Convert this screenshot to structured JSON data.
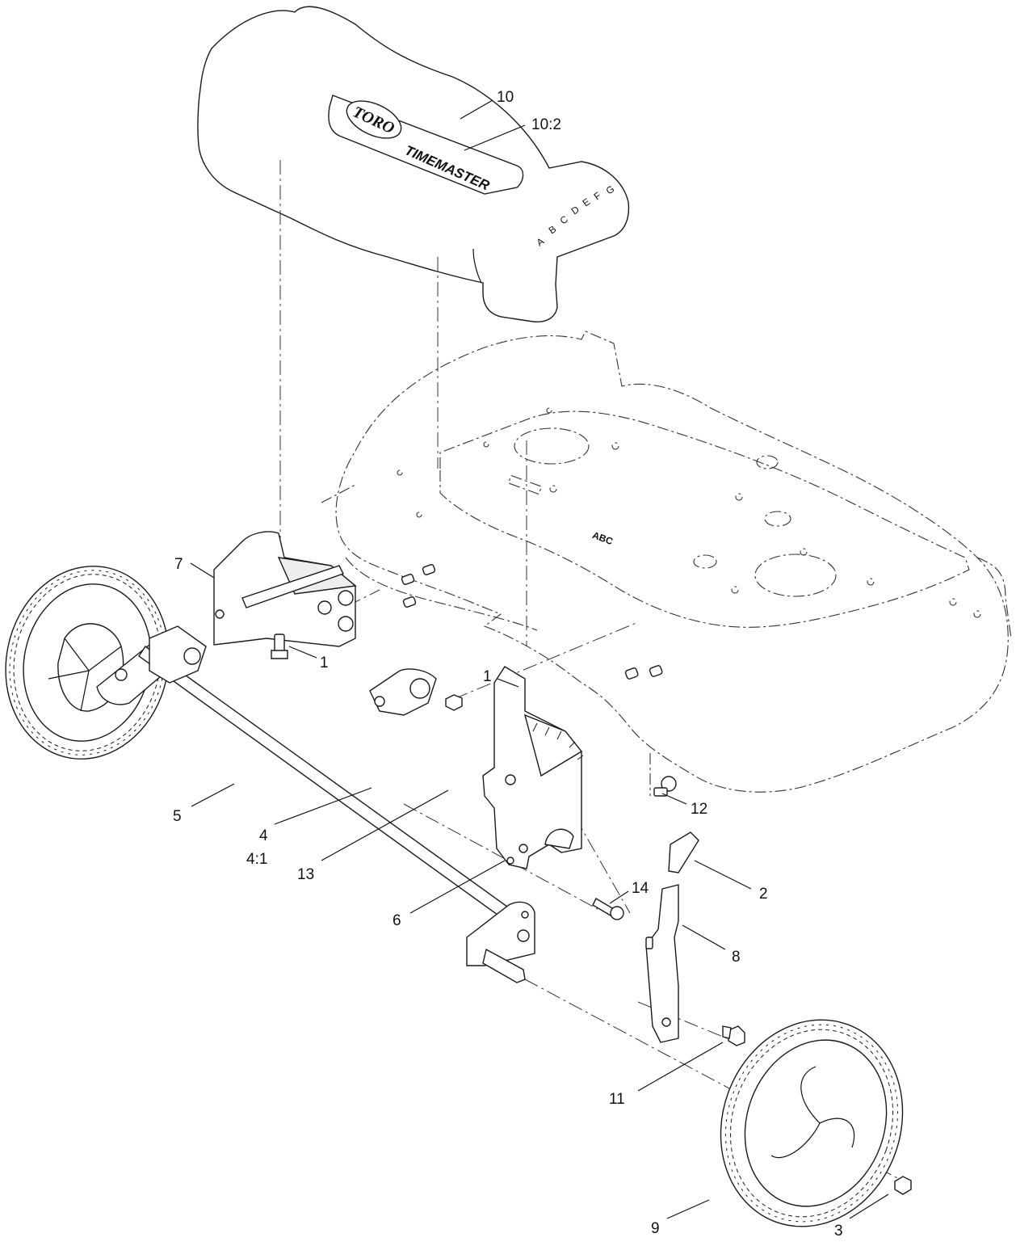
{
  "decal": {
    "brand": "TORO",
    "model": "TIMEMASTER",
    "height_letters": [
      "A",
      "B",
      "C",
      "D",
      "E",
      "F",
      "G"
    ]
  },
  "deck_marking": "ABC",
  "callouts": [
    {
      "id": "c10",
      "label": "10"
    },
    {
      "id": "c10-2",
      "label": "10:2"
    },
    {
      "id": "c7",
      "label": "7"
    },
    {
      "id": "c1a",
      "label": "1"
    },
    {
      "id": "c1b",
      "label": "1"
    },
    {
      "id": "c5",
      "label": "5"
    },
    {
      "id": "c4",
      "label": "4"
    },
    {
      "id": "c4-1",
      "label": "4:1"
    },
    {
      "id": "c13",
      "label": "13"
    },
    {
      "id": "c12",
      "label": "12"
    },
    {
      "id": "c6",
      "label": "6"
    },
    {
      "id": "c2",
      "label": "2"
    },
    {
      "id": "c14",
      "label": "14"
    },
    {
      "id": "c8",
      "label": "8"
    },
    {
      "id": "c11",
      "label": "11"
    },
    {
      "id": "c9",
      "label": "9"
    },
    {
      "id": "c3",
      "label": "3"
    }
  ]
}
